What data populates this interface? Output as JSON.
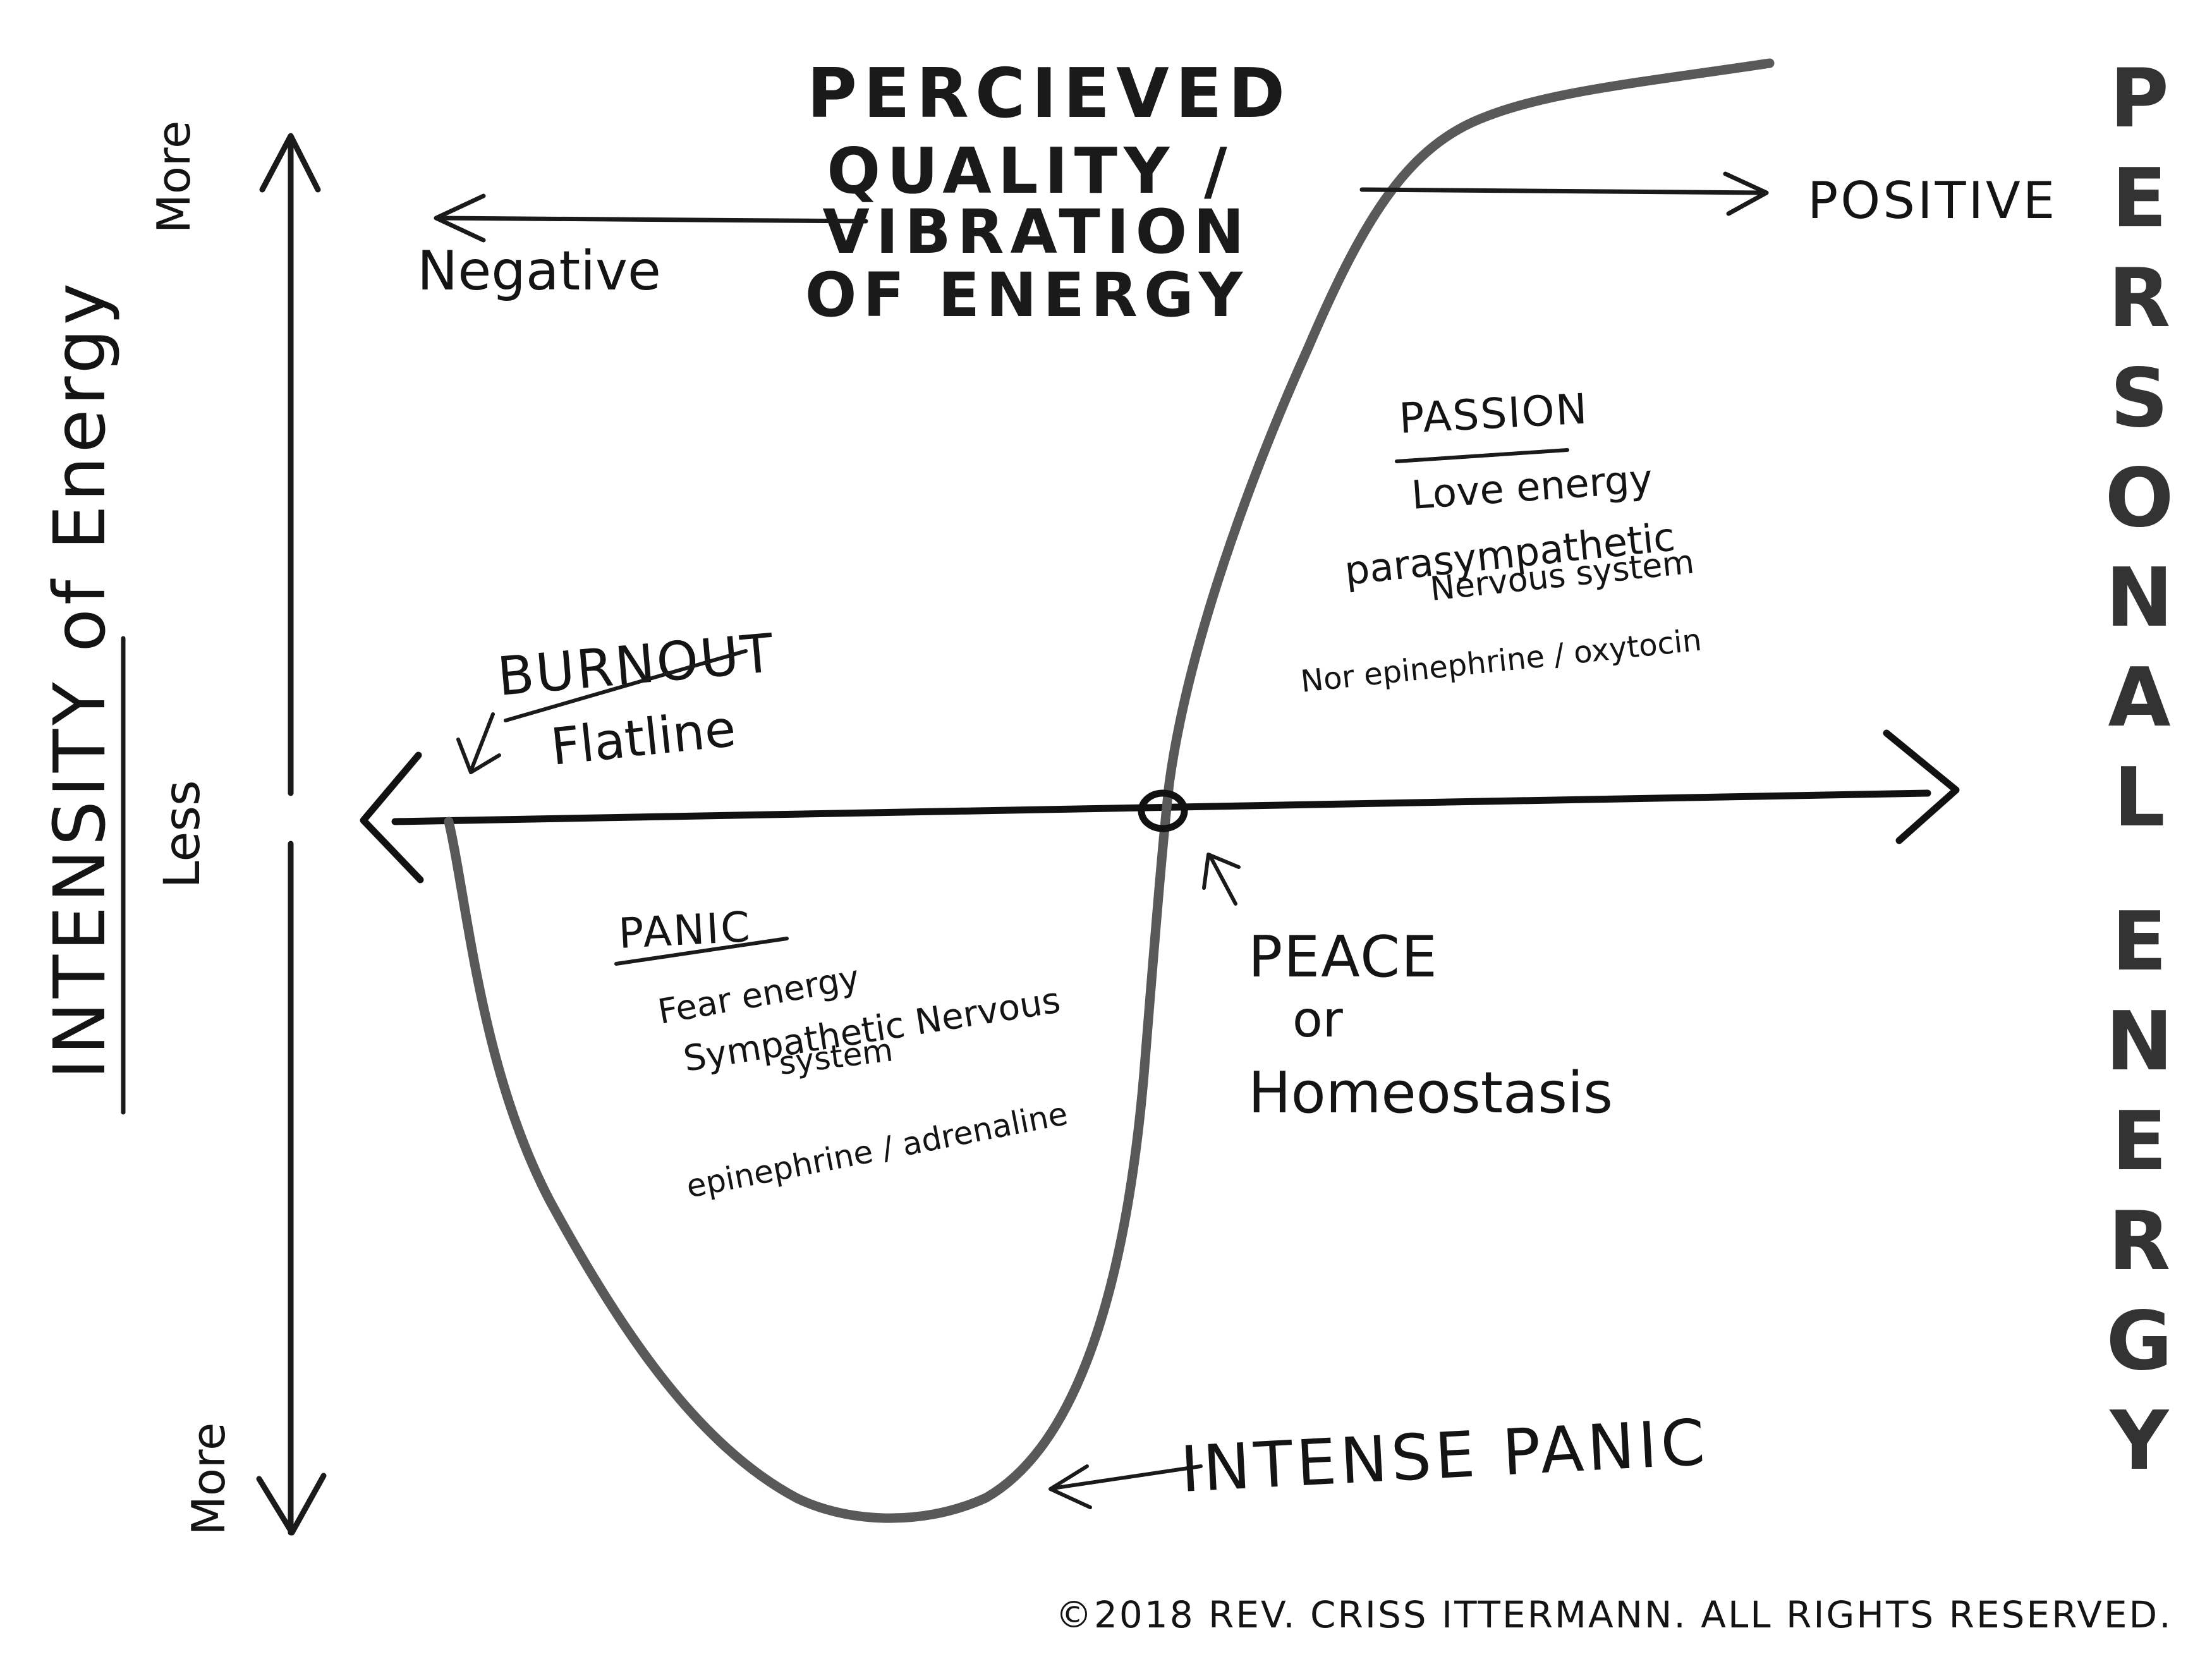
{
  "header": {
    "line1": "PERCIEVED",
    "line2": "QUALITY /",
    "line3": "VIBRATION",
    "line4": "OF ENERGY"
  },
  "horizontal_axis": {
    "negative_label": "Negative",
    "positive_label": "POSITIVE"
  },
  "vertical_axis": {
    "title": "INTENSITY of Energy",
    "top_label": "More",
    "middle_label": "Less",
    "bottom_label": "More"
  },
  "side_title": "PERSONAL ENERGY",
  "regions": {
    "burnout": {
      "line1": "BURNOUT",
      "line2": "Flatline"
    },
    "passion": {
      "title": "PASSION",
      "line1": "Love energy",
      "line2": "parasympathetic",
      "line3": "Nervous system",
      "line4": "Nor epinephrine / oxytocin"
    },
    "panic": {
      "title": "PANIC",
      "line1": "Fear energy",
      "line2": "Sympathetic Nervous",
      "line3": "system",
      "line4": "epinephrine / adrenaline"
    },
    "peace": {
      "line1": "PEACE",
      "line2": "or",
      "line3": "Homeostasis"
    },
    "intense_panic": {
      "label": "INTENSE PANIC"
    }
  },
  "copyright": "©2018  REV. CRISS ITTERMANN.  ALL RIGHTS RESERVED.",
  "colors": {
    "ink": "#141414",
    "curve": "#555555",
    "side_title": "#333333",
    "background": "#ffffff"
  }
}
